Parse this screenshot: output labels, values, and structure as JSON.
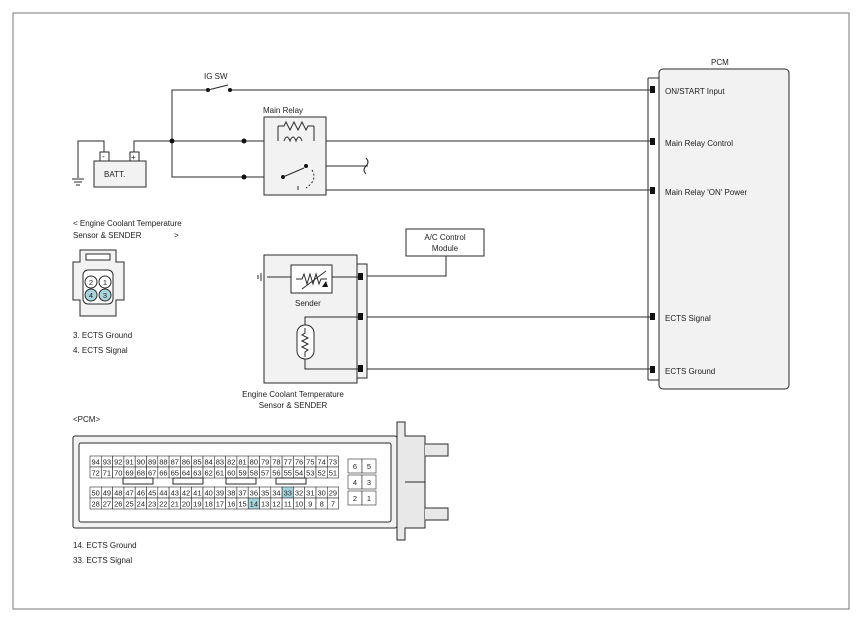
{
  "colors": {
    "line": "#2a2a2a",
    "frame": "#777777",
    "module_fill": "#f2f2f2",
    "highlight": "#a9d4dd",
    "connector_fill": "#e8e8e8"
  },
  "pcm": {
    "title": "PCM",
    "pins": [
      {
        "label": "ON/START Input"
      },
      {
        "label": "Main Relay Control"
      },
      {
        "label": "Main Relay 'ON' Power"
      },
      {
        "label": "ECTS Signal"
      },
      {
        "label": "ECTS Ground"
      }
    ]
  },
  "ig_sw": {
    "label": "IG SW"
  },
  "main_relay": {
    "label": "Main Relay"
  },
  "battery": {
    "label": "BATT.",
    "neg": "-",
    "pos": "+"
  },
  "ac_module": {
    "line1": "A/C Control",
    "line2": "Module"
  },
  "sensor": {
    "sender_label": "Sender",
    "caption_line1": "Engine Coolant Temperature",
    "caption_line2": "Sensor & SENDER"
  },
  "connector_legend": {
    "title_line1": "< Engine Coolant Temperature",
    "title_line2": "Sensor & SENDER",
    "title_close": ">",
    "pins": [
      "2",
      "1",
      "4",
      "3"
    ],
    "notes": [
      "3. ECTS Ground",
      "4. ECTS Signal"
    ]
  },
  "pcm_connector": {
    "title": "<PCM>",
    "rows": [
      [
        "94",
        "93",
        "92",
        "91",
        "90",
        "89",
        "88",
        "87",
        "86",
        "85",
        "84",
        "83",
        "82",
        "81",
        "80",
        "79",
        "78",
        "77",
        "76",
        "75",
        "74",
        "73"
      ],
      [
        "72",
        "71",
        "70",
        "69",
        "68",
        "67",
        "66",
        "65",
        "64",
        "63",
        "62",
        "61",
        "60",
        "59",
        "58",
        "57",
        "56",
        "55",
        "54",
        "53",
        "52",
        "51"
      ],
      [
        "50",
        "49",
        "48",
        "47",
        "46",
        "45",
        "44",
        "43",
        "42",
        "41",
        "40",
        "39",
        "38",
        "37",
        "36",
        "35",
        "34",
        "33",
        "32",
        "31",
        "30",
        "29"
      ],
      [
        "28",
        "27",
        "26",
        "25",
        "24",
        "23",
        "22",
        "21",
        "20",
        "19",
        "18",
        "17",
        "16",
        "15",
        "14",
        "13",
        "12",
        "11",
        "10",
        "9",
        "8",
        "7"
      ]
    ],
    "small_rows": [
      [
        "6",
        "5"
      ],
      [
        "4",
        "3"
      ],
      [
        "2",
        "1"
      ]
    ],
    "highlighted": [
      "33",
      "14"
    ],
    "notes": [
      "14.   ECTS Ground",
      "33. ECTS Signal"
    ]
  }
}
